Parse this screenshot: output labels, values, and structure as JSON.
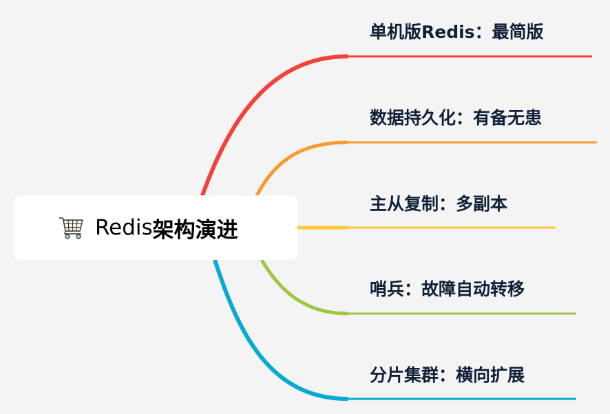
{
  "root": {
    "icon": "shopping-cart-icon",
    "title_en": "Redis",
    "title_zh": "架构演进"
  },
  "branches": [
    {
      "label": "单机版Redis：最简版",
      "color": "#f0433a"
    },
    {
      "label": "数据持久化：有备无患",
      "color": "#f89b2e"
    },
    {
      "label": "主从复制：多副本",
      "color": "#fdc93a"
    },
    {
      "label": "哨兵：故障自动转移",
      "color": "#9fc545"
    },
    {
      "label": "分片集群：横向扩展",
      "color": "#09aad0"
    }
  ]
}
